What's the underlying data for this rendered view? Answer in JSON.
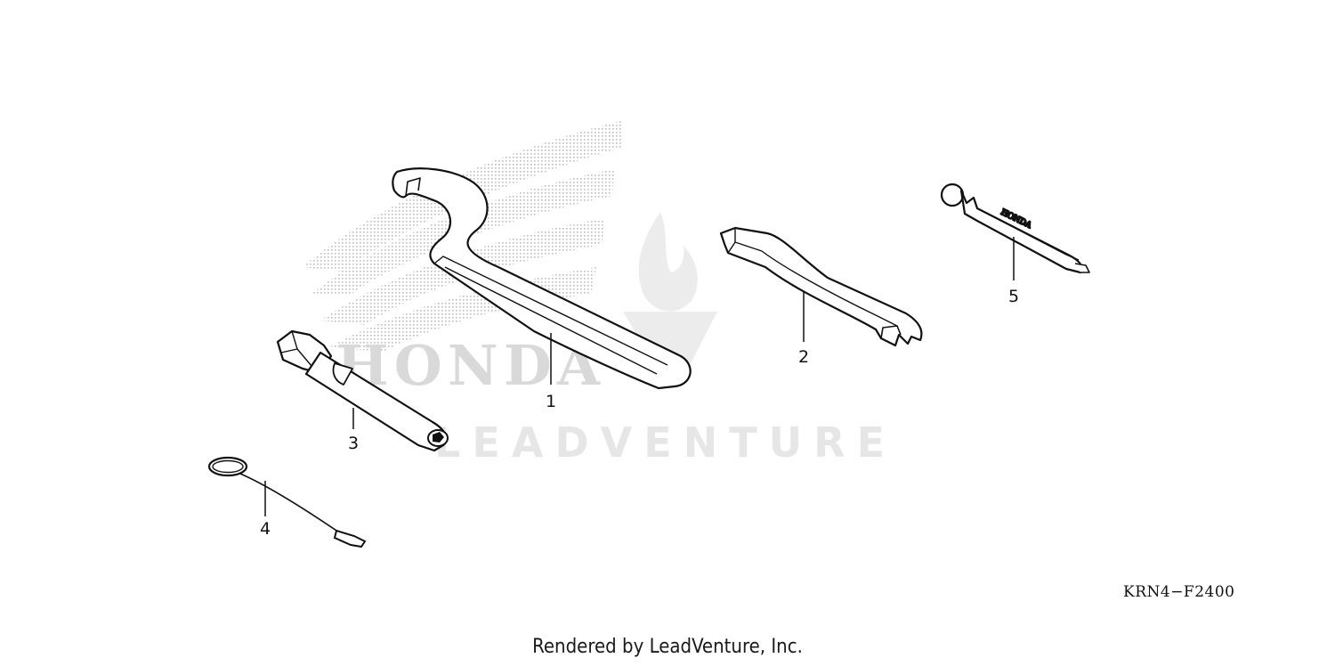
{
  "watermark": {
    "brand_logo_text": "HONDA",
    "overlay_text": "LEADVENTURE"
  },
  "parts": [
    {
      "ref": "1"
    },
    {
      "ref": "2"
    },
    {
      "ref": "3"
    },
    {
      "ref": "4"
    },
    {
      "ref": "5"
    }
  ],
  "tool_stamp": "HONDA",
  "diagram_code": "KRN4−F2400",
  "footer": "Rendered by LeadVenture, Inc.",
  "colors": {
    "line": "#111111",
    "watermark": "#e2e2e2",
    "background": "#ffffff"
  }
}
